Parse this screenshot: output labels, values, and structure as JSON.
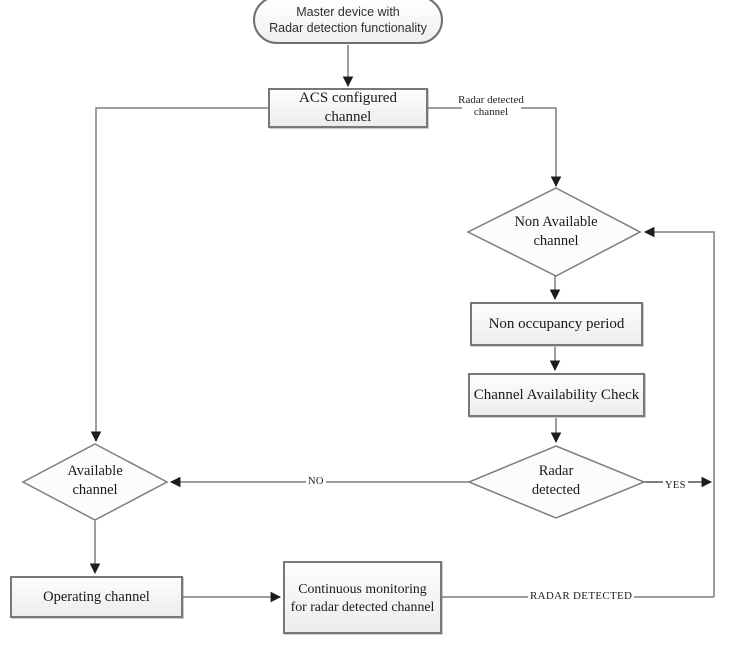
{
  "diagram": {
    "title": "DFS radar detection flowchart",
    "nodes": {
      "start": {
        "line1": "Master device with",
        "line2": "Radar detection functionality"
      },
      "acs": {
        "line1": "ACS  configured",
        "line2": "channel"
      },
      "non_available": {
        "line1": "Non Available",
        "line2": "channel"
      },
      "non_occupancy": {
        "label": "Non occupancy period"
      },
      "cac": {
        "label": "Channel Availability Check"
      },
      "radar_detected": {
        "line1": "Radar",
        "line2": "detected"
      },
      "available": {
        "line1": "Available",
        "line2": "channel"
      },
      "operating": {
        "label": "Operating channel"
      },
      "continuous": {
        "line1": "Continuous monitoring",
        "line2": "for radar detected channel"
      }
    },
    "edge_labels": {
      "radar_detected_channel": {
        "line1": "Radar detected",
        "line2": "channel"
      },
      "no": "NO",
      "yes": "YES",
      "radar_detected_caps": "RADAR DETECTED"
    },
    "colors": {
      "line": "#7e7e7e",
      "node_border": "#787878",
      "arrowhead": "#1c1c1c",
      "node_fill_top": "#fdfdfd",
      "node_fill_bottom": "#ededed",
      "text": "#1a1a1a"
    }
  }
}
